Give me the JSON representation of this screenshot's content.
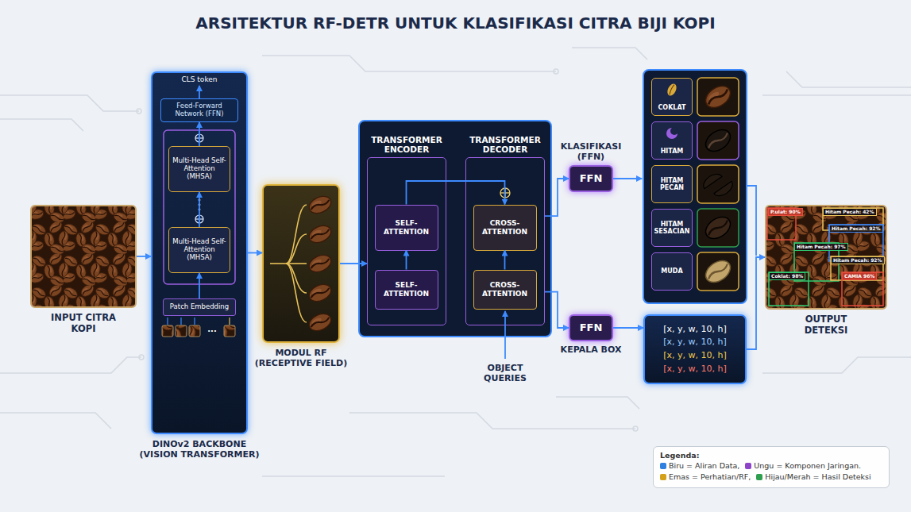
{
  "diagram": {
    "title": "ARSITEKTUR RF-DETR UNTUK KLASIFIKASI CITRA BIJI KOPI",
    "nodes": [
      {
        "text": [
          "INPUT CITRA KOPI"
        ]
      },
      {
        "text": [
          "DINOv2 BACKBONE (VISION TRANSFORMER)"
        ]
      },
      {
        "text": [
          "Feed-Forward Network (FFN)"
        ],
        "in": 1
      },
      {
        "text": [
          "Multi-Head Self-Attention (MHSA)"
        ],
        "in": 1
      },
      {
        "text": [
          "Multi-Head Self-Attention (MHSA)"
        ],
        "in": 1
      },
      {
        "text": [
          "Patch Embedding"
        ],
        "in": 1
      },
      {
        "text": [
          "MODUL RF (RECEPTIVE FIELD)"
        ]
      },
      {
        "text": [
          "TRANSFORMER ENCODER"
        ]
      },
      {
        "text": [
          "SELF-ATTENTION"
        ],
        "in": 7
      },
      {
        "text": [
          "SELF-ATTENTION"
        ],
        "in": 7
      },
      {
        "text": [
          "TRANSFORMER DECODER"
        ]
      },
      {
        "text": [
          "CROSS-ATTENTION"
        ],
        "in": 10
      },
      {
        "text": [
          "CROSS-ATTENTION"
        ],
        "in": 10
      },
      {
        "text": [
          "KLASIFIKASI (FFN)",
          "FFN"
        ]
      },
      {
        "text": [
          "FFN",
          "KEPALA BOX"
        ]
      },
      {
        "text": [
          "COKLAT"
        ]
      },
      {
        "text": [
          "HITAM"
        ]
      },
      {
        "text": [
          "HITAM PECAN"
        ]
      },
      {
        "text": [
          "HITAM SESACIAN"
        ]
      },
      {
        "text": [
          "MUDA"
        ]
      },
      {
        "text": [
          "[x, y, w, 10, h]",
          "[x, y, w, 10, h]",
          "[x, y, w, 10, h]",
          "[x, y, w, 10, h]"
        ]
      },
      {
        "text": [
          "OUTPUT DETEKSI"
        ]
      }
    ],
    "edges": [
      {
        "from": 0,
        "to": 1,
        "arrow": "to"
      },
      {
        "from": 5,
        "to": 4,
        "arrow": "to"
      },
      {
        "from": 4,
        "to": 3,
        "arrow": "to"
      },
      {
        "from": 3,
        "to": 2,
        "arrow": "to"
      },
      {
        "from": 1,
        "to": 6,
        "arrow": "to"
      },
      {
        "from": 6,
        "to": 7,
        "arrow": "to"
      },
      {
        "from": 9,
        "to": 8,
        "arrow": "to"
      },
      {
        "from": 8,
        "to": 11,
        "arrow": "to"
      },
      {
        "from": 12,
        "to": 11,
        "arrow": "to"
      },
      {
        "from": 10,
        "to": 13,
        "arrow": "to"
      },
      {
        "from": 10,
        "to": 14,
        "arrow": "to"
      },
      {
        "from": 14,
        "to": 20,
        "arrow": "to"
      },
      {
        "from": 20,
        "to": 21,
        "arrow": "to"
      }
    ],
    "labels": [
      "CLS token",
      "...",
      "OBJECT QUERIES",
      "P.ulat: 90%",
      "Hitam Pecah: 42%",
      "Hitam Pecah: 92%",
      "Hitam Pecah: 97%",
      "Hitam Pecah: 92%",
      "Coklat: 98%",
      "CAMIA 96%",
      "Legenda:"
    ],
    "legend": [
      {
        "text": "Biru = Aliran Data,",
        "color": "#2f7fe0"
      },
      {
        "text": "Ungu = Komponen Jaringan.",
        "color": "#8e44c9"
      },
      {
        "text": "Emas = Perhatian/RF,",
        "color": "#d4a017"
      },
      {
        "text": "Hijau/Merah = Hasil Deteksi",
        "color": "#2e9e4f"
      }
    ]
  }
}
